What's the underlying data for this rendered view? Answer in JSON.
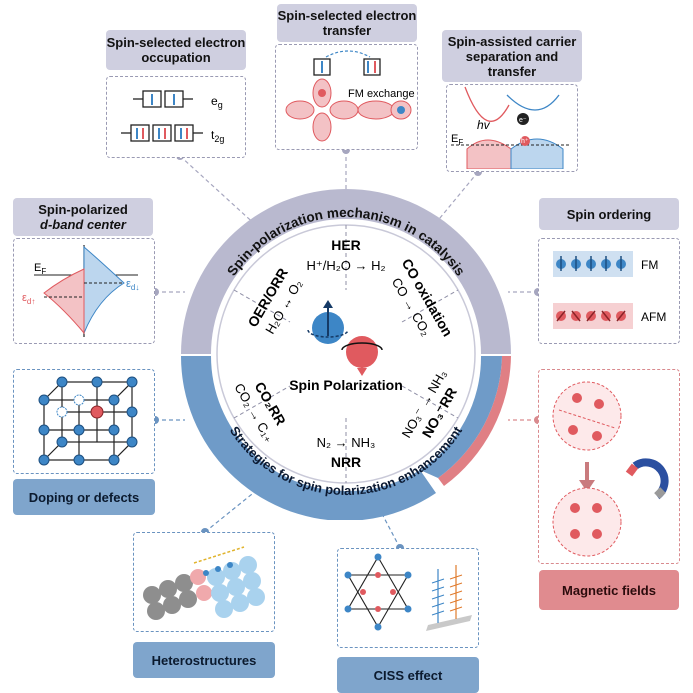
{
  "center": {
    "top_ring": "Spin-polarization mechanism in catalysis",
    "bottom_ring": "Strategies for spin polarization enhancement",
    "core": "Spin Polarization",
    "sectors": {
      "her_title": "HER",
      "her_eq": "H⁺/H₂O → H₂",
      "co_title": "CO oxidation",
      "co_eq": "CO → CO₂",
      "no3_title": "NO₃⁻RR",
      "no3_eq": "NO₃⁻ → NH₃",
      "nrr_title": "NRR",
      "nrr_eq": "N₂ → NH₃",
      "co2_title": "CO₂RR",
      "co2_eq": "CO₂ → C₁₊",
      "oer_title": "OER/ORR",
      "oer_eq": "H₂O ↔ O₂"
    }
  },
  "mechanisms": {
    "occupation": {
      "title": "Spin-selected electron occupation",
      "eg": "e",
      "eg_sub": "g",
      "t2g": "t",
      "t2g_sub": "2g"
    },
    "transfer": {
      "title": "Spin-selected electron transfer",
      "note": "FM exchange"
    },
    "carrier": {
      "title": "Spin-assisted carrier separation and transfer",
      "hv": "hv",
      "ef": "E",
      "ef_sub": "F",
      "e": "e⁻",
      "h": "h⁺"
    },
    "dband": {
      "title_1": "Spin-polarized",
      "title_2": "d-band center",
      "ef": "E",
      "ef_sub": "F",
      "ed_up": "ε",
      "ed_up_sub": "d↑",
      "ed_dn": "ε",
      "ed_dn_sub": "d↓"
    },
    "ordering": {
      "title": "Spin ordering",
      "fm": "FM",
      "afm": "AFM"
    }
  },
  "strategies": {
    "doping": "Doping or defects",
    "hetero": "Heterostructures",
    "ciss": "CISS effect",
    "magnetic": "Magnetic fields"
  },
  "colors": {
    "grey_ring": "#b9b9cf",
    "blue_ring": "#6f9bc8",
    "red_ring": "#e07f84",
    "spin_blue": "#3d86c6",
    "spin_red": "#e05a5f"
  }
}
